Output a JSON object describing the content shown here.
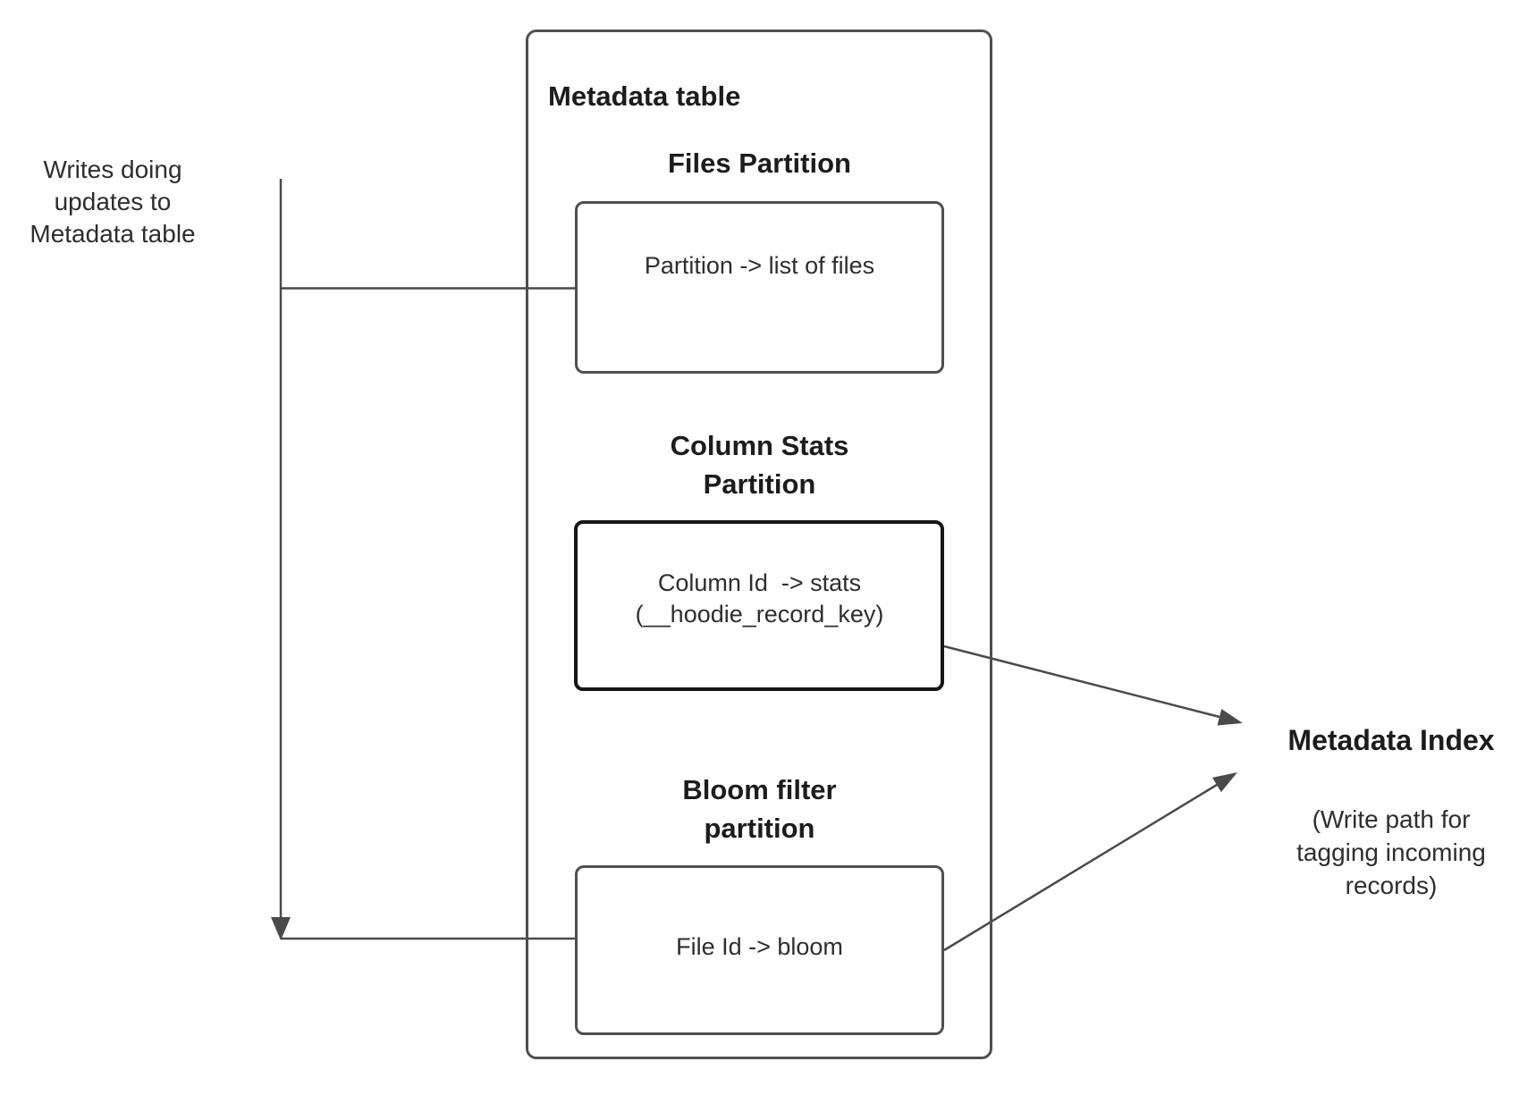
{
  "colors": {
    "background": "#ffffff",
    "connector_line": "#4a4a4a",
    "box_border": "#4f4f4f",
    "emphasis_box_border": "#161616",
    "text": "#2e2e2e",
    "heading_text": "#1c1c1c"
  },
  "writes_note": "Writes doing\nupdates to\nMetadata table",
  "metadata_table": {
    "title": "Metadata table",
    "files_partition": {
      "heading": "Files Partition",
      "label": "Partition -> list of files"
    },
    "column_stats_partition": {
      "heading": "Column Stats\nPartition",
      "label": "Column Id  -> stats\n(__hoodie_record_key)"
    },
    "bloom_filter_partition": {
      "heading": "Bloom filter\npartition",
      "label": "File Id -> bloom"
    }
  },
  "metadata_index": {
    "title": "Metadata Index",
    "subtitle": "(Write path for\ntagging incoming\nrecords)"
  }
}
